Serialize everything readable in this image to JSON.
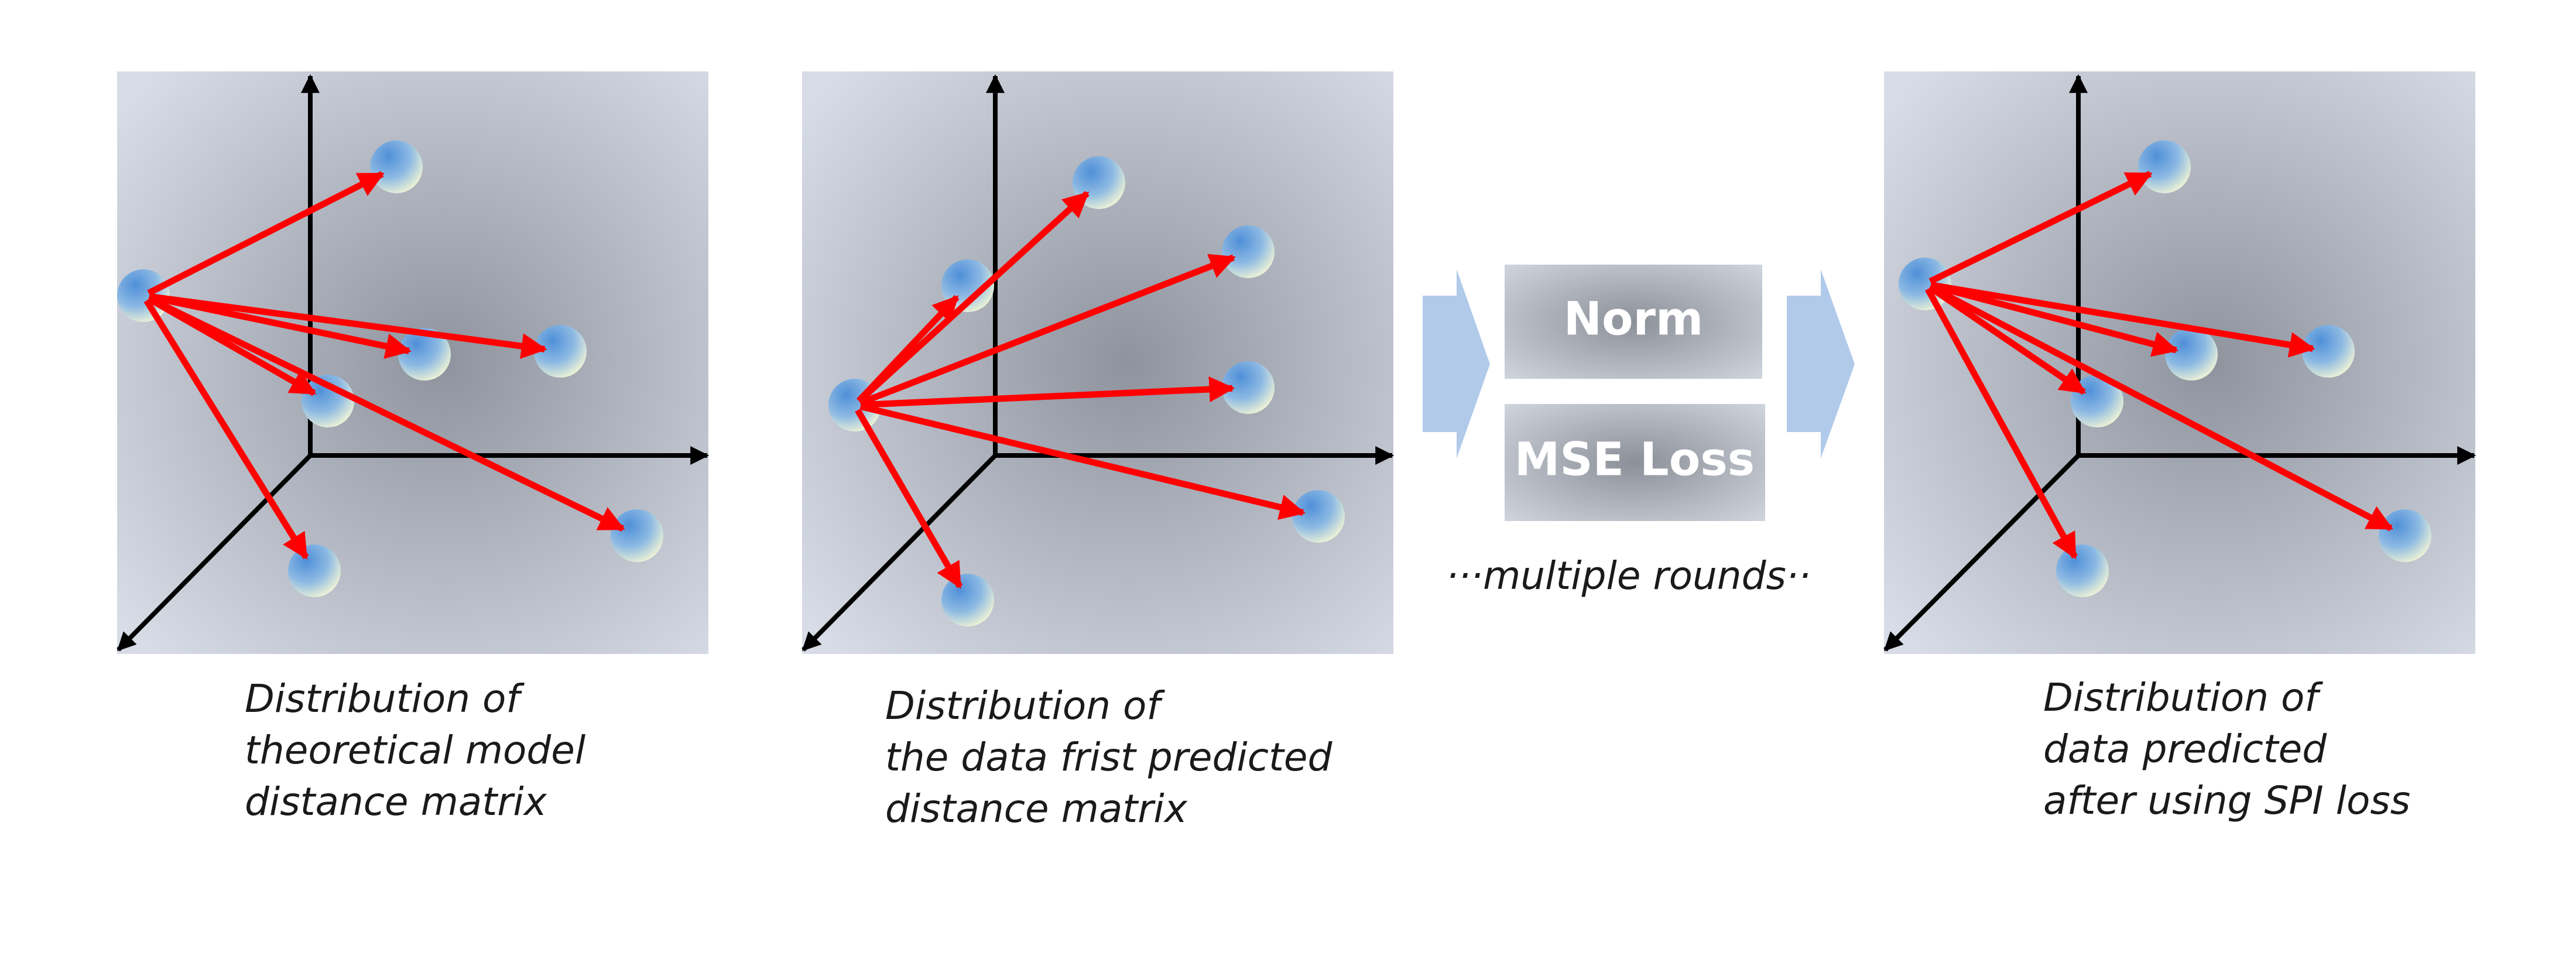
{
  "panels": [
    {
      "id": "theoretical",
      "caption": [
        "Distribution of",
        "theoretical model",
        "distance matrix"
      ],
      "source": [
        245,
        505
      ],
      "targets": [
        [
          677,
          285
        ],
        [
          957,
          600
        ],
        [
          725,
          605
        ],
        [
          560,
          685
        ],
        [
          1088,
          915
        ],
        [
          537,
          975
        ]
      ]
    },
    {
      "id": "first-predicted",
      "caption": [
        "Distribution of",
        "the data frist predicted",
        "distance matrix"
      ],
      "source": [
        1460,
        692
      ],
      "targets": [
        [
          1653,
          488
        ],
        [
          1877,
          312
        ],
        [
          2132,
          430
        ],
        [
          2132,
          662
        ],
        [
          2252,
          882
        ],
        [
          1653,
          1025
        ]
      ]
    },
    {
      "id": "spi-loss",
      "caption": [
        "Distribution of",
        "data predicted",
        "after using SPI loss"
      ],
      "source": [
        3288,
        485
      ],
      "targets": [
        [
          3697,
          285
        ],
        [
          3977,
          600
        ],
        [
          3743,
          605
        ],
        [
          3582,
          685
        ],
        [
          4108,
          915
        ],
        [
          3557,
          975
        ]
      ]
    }
  ],
  "middle": {
    "norm_label": "Norm",
    "loss_label": "MSE Loss",
    "rounds_text": "···multiple rounds··"
  },
  "colors": {
    "arrow": "#ff0000",
    "axis": "#000000",
    "block_arrow": "#a9c4e8",
    "panel_center": "#8e939d",
    "panel_edge": "#d7dce6",
    "box_center": "#8c9099",
    "box_edge": "#d4d9e2"
  }
}
